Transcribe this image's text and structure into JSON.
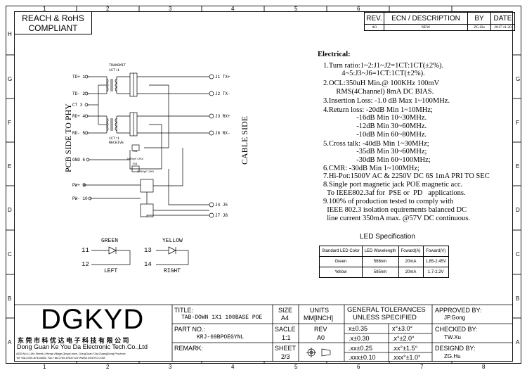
{
  "compliance": {
    "line1": "REACH & RoHS",
    "line2": "COMPLIANT"
  },
  "grid": {
    "columns": [
      "1",
      "2",
      "3",
      "4",
      "5",
      "6",
      "7",
      "8"
    ],
    "rows": [
      "H",
      "G",
      "F",
      "E",
      "D",
      "C",
      "B",
      "A"
    ]
  },
  "revision": {
    "headers": {
      "rev": "REV.",
      "ecn": "ECN / DESCRIPTION",
      "by": "BY",
      "date": "DATE"
    },
    "row": {
      "rev": "A0",
      "ecn": "NEW",
      "by": "ZG.Hu",
      "date": "2017.11.20"
    }
  },
  "schematic": {
    "left_pins": [
      "TD+ 1",
      "TD- 2",
      "CT  3",
      "RD+ 4",
      "RD- 5",
      "GND 6",
      "PW+ 9",
      "PW- 10"
    ],
    "right_pins": [
      "J1 TX+",
      "J2 TX-",
      "J3 RX+",
      "J6 RX-",
      "J4 J5",
      "J7 J8"
    ],
    "transmit_label": "TRANSMIT",
    "transmit_ratio": "1CT:1",
    "receive_label": "RECEIVE",
    "receive_ratio": "1CT:1",
    "resistor1": "75Ω",
    "cap1": "1000pF/2KV",
    "resistor2": "75Ω",
    "cap2": "1000pF/2KV",
    "pcb_side": "PCB SIDE TO PHY",
    "cable_side": "CABLE SIDE"
  },
  "leds": {
    "green": {
      "title": "GREEN",
      "pin_a": "11",
      "pin_b": "12",
      "name": "LEFT"
    },
    "yellow": {
      "title": "YELLOW",
      "pin_a": "13",
      "pin_b": "14",
      "name": "RIGHT"
    }
  },
  "electrical": {
    "title": "Electrical:",
    "lines": [
      "1.Turn ratio:1~2:J1~J2=1CT:1CT(±2%).",
      "          4~5:J3~J6=1CT:1CT(±2%).",
      "2.OCL:350uH Min.@ 100KHz 100mV",
      "       RMS(4Channel) 8mA DC BIAS.",
      "3.Insertion Loss: -1.0 dB Max 1~100MHz.",
      "4.Return loss: -20dB Min 1~10MHz;",
      "                  -16dB Min 10~30MHz.",
      "                  -12dB Min 30~60MHz.",
      "                  -10dB Min 60~80MHz.",
      "5.Cross talk: -40dB Min 1~30MHz;",
      "                  -35dB Min 30~60MHz;",
      "                  -30dB Min 60~100MHz;",
      "6.CMR: -30dB Min 1~100MHz;",
      "7.Hi-Pot:1500V AC & 2250V DC 6S 1mA PRI TO SEC",
      "8.Single port magnetic jack POE magnetic acc.",
      "  To IEEE802.3af for  PSE or  PD   applications.",
      "9.100% of production tested to comply with",
      "  IEEE 802.3 isolation equirements balanced DC",
      "  line current 350mA max. @57V DC continuous."
    ]
  },
  "led_spec": {
    "title": "LED Specification",
    "headers": [
      "Standard LED Color",
      "LED Wavelength",
      "Foward(A)",
      "Foward(V)"
    ],
    "rows": [
      [
        "Green",
        "568nm",
        "20mA",
        "1.85-2.45V"
      ],
      [
        "Yellow",
        "585nm",
        "20mA",
        "1.7-2.2V"
      ]
    ]
  },
  "title_block": {
    "logo": "DGKYD",
    "company_cn": "东 莞 市 科 优 达 电 子 科 技 有 限 公 司",
    "company_en": "Dong Guan Ke You Da Electronic Tech.Co.,Ltd",
    "address": "ADD:No.1 Lifie Street,LiHeng Village,Qingxi town, DongGuan City,GuangDong Province",
    "contact": "Tel:+86-0769-87334606; Fax:+86-0769-87847129 WWW.DGKYD.COM",
    "title_label": "TITLE:",
    "title_value": "TAB-DOWN 1X1 100BASE POE",
    "part_label": "PART NO.:",
    "part_value": "KRJ-69BPOEGYNL",
    "remark_label": "REMARK:",
    "size_label": "SIZE",
    "size_value": "A4",
    "scale_label": "SACLE",
    "scale_value": "1:1",
    "sheet_label": "SHEET",
    "sheet_value": "2/3",
    "units_label": "UNITS",
    "units_value": "MM[INCH]",
    "rev_label": "REV",
    "rev_value": "A0",
    "tol_line1": "GENERAL TOLERANCES",
    "tol_line2": "UNLESS SPECIFIED",
    "tol": [
      [
        "x±0.35",
        "x°±3.0°"
      ],
      [
        ".x±0.30",
        ".x°±2.0°"
      ],
      [
        ".xx±0.25",
        ".xx°±1.5°"
      ],
      [
        ".xxx±0.10",
        ".xxx°±1.0°"
      ]
    ],
    "approved_label": "APPROVED BY:",
    "approved_value": "JP.Gong",
    "checked_label": "CHECKED BY:",
    "checked_value": "TW.Xu",
    "designed_label": "DESIGND BY:",
    "designed_value": "ZG.Hu"
  }
}
